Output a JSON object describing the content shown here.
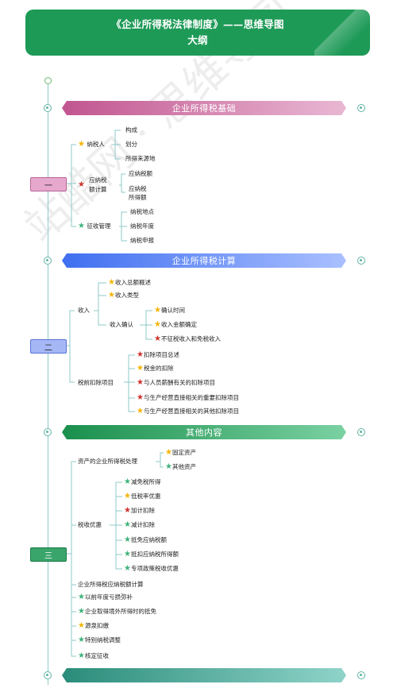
{
  "title": {
    "line1": "《企业所得税法律制度》——思维导图",
    "line2": "大纲"
  },
  "watermark": "站酷网 · 思维导图",
  "colors": {
    "header_green": "#1e9a57",
    "spine": "#8fc9c8",
    "star_yellow": "#f4b400",
    "star_red": "#d0312d",
    "star_green": "#3db37a"
  },
  "sections": {
    "s1": {
      "heading": "企业所得税基础",
      "code": "一",
      "items": [
        {
          "label": "纳税人",
          "star": "yellow",
          "children": [
            "构成",
            "划分",
            "所得来源地"
          ]
        },
        {
          "label": "应纳税额计算",
          "label_l1": "应纳税",
          "label_l2": "额计算",
          "star": "red",
          "children": [
            "应纳税额",
            "应纳税所得额"
          ],
          "child2_l1": "应纳税",
          "child2_l2": "所得额"
        },
        {
          "label": "征收管理",
          "star": "green",
          "children": [
            "纳税地点",
            "纳税年度",
            "纳税申报"
          ]
        }
      ]
    },
    "s2": {
      "heading": "企业所得税计算",
      "code": "二",
      "income": {
        "label": "收入",
        "children": [
          {
            "label": "收入总额概述",
            "star": "yellow"
          },
          {
            "label": "收入类型",
            "star": "yellow"
          },
          {
            "label": "收入确认",
            "children": [
              {
                "label": "确认时间",
                "star": "yellow"
              },
              {
                "label": "收入金额确定",
                "star": "yellow"
              },
              {
                "label": "不征税收入和免税收入",
                "star": "red"
              }
            ]
          }
        ]
      },
      "deduct": {
        "label": "税前扣除项目",
        "children": [
          {
            "label": "扣除项目总述",
            "star": "red"
          },
          {
            "label": "税金的扣除",
            "star": "yellow"
          },
          {
            "label": "与人员薪酬有关的扣除项目",
            "star": "red"
          },
          {
            "label": "与生产经营直接相关的重要扣除项目",
            "star": "red"
          },
          {
            "label": "与生产经营直接相关的其他扣除项目",
            "star": "yellow"
          }
        ]
      }
    },
    "s3": {
      "heading": "其他内容",
      "code": "三",
      "assets": {
        "label": "资产的企业所得税处理",
        "children": [
          {
            "label": "固定资产",
            "star": "yellow"
          },
          {
            "label": "其他资产",
            "star": "green"
          }
        ]
      },
      "pref": {
        "label": "税收优惠",
        "children": [
          {
            "label": "减免税所得",
            "star": "green"
          },
          {
            "label": "低税率优惠",
            "star": "yellow"
          },
          {
            "label": "加计扣除",
            "star": "red"
          },
          {
            "label": "减计扣除",
            "star": "green"
          },
          {
            "label": "抵免应纳税额",
            "star": "green"
          },
          {
            "label": "抵扣应纳税所得额",
            "star": "green"
          },
          {
            "label": "专项政策税收优惠",
            "star": "green"
          }
        ]
      },
      "others": [
        {
          "label": "企业所得税应纳税额计算",
          "star": "none"
        },
        {
          "label": "以前年度亏损弥补",
          "star": "green"
        },
        {
          "label": "企业取得境外所得时的抵免",
          "star": "green"
        },
        {
          "label": "源泉扣缴",
          "star": "yellow"
        },
        {
          "label": "特别纳税调整",
          "star": "green"
        },
        {
          "label": "核定征收",
          "star": "green"
        }
      ]
    }
  }
}
